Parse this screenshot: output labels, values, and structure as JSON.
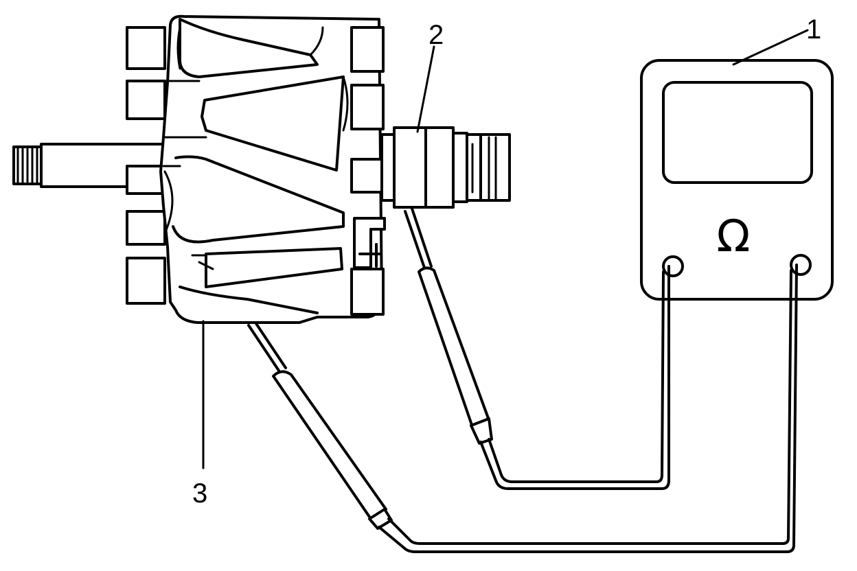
{
  "labels": {
    "multimeter": "1",
    "slip_rings": "2",
    "rotor": "3"
  },
  "meter": {
    "unit_symbol": "Ω"
  }
}
